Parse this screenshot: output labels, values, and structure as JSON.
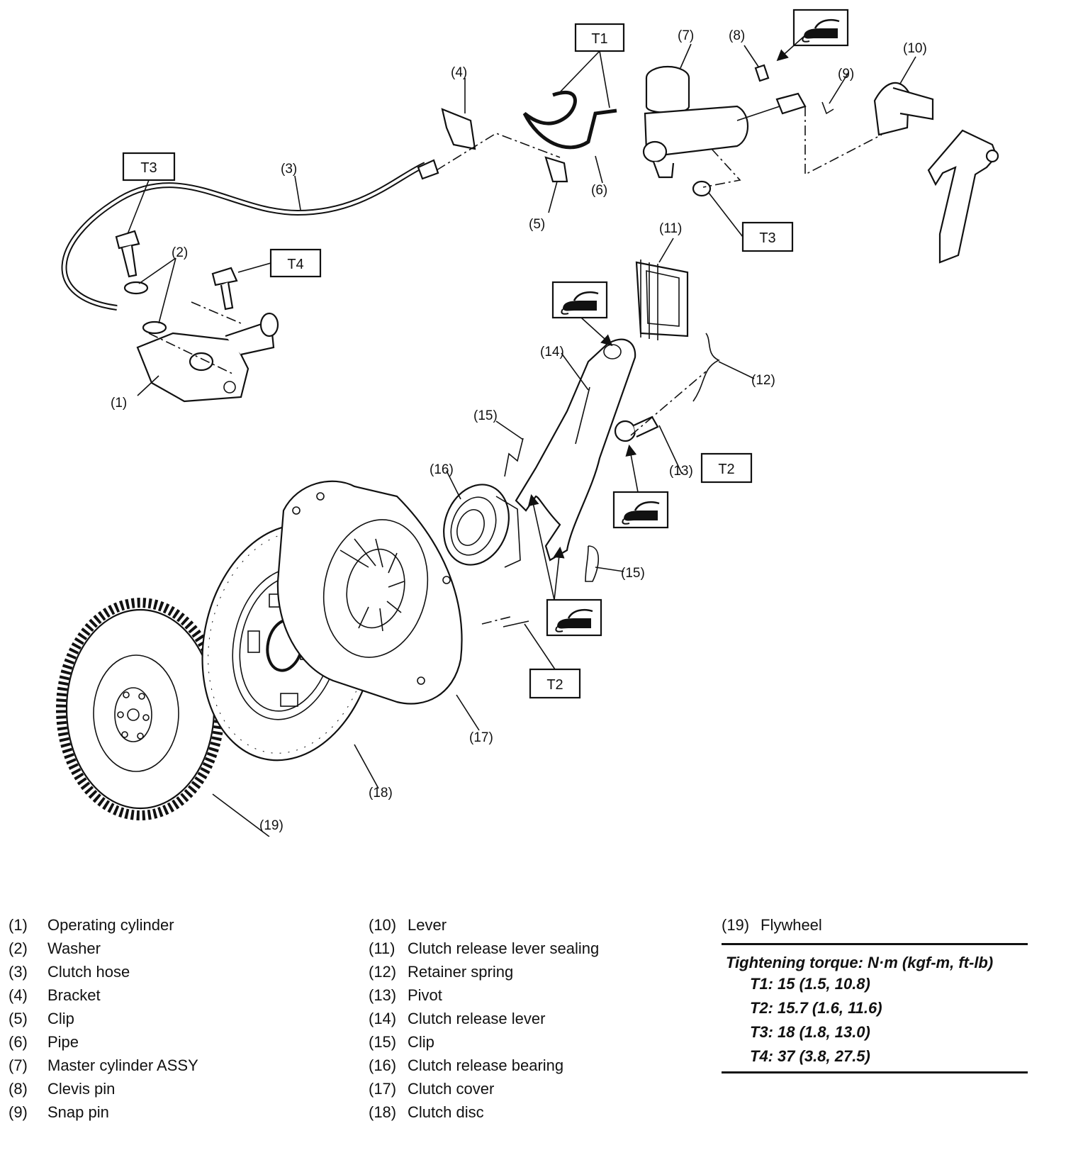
{
  "diagram": {
    "callouts": [
      "(1)",
      "(2)",
      "(3)",
      "(4)",
      "(5)",
      "(6)",
      "(7)",
      "(8)",
      "(9)",
      "(10)",
      "(11)",
      "(12)",
      "(13)",
      "(14)",
      "(15)",
      "(15)",
      "(16)",
      "(17)",
      "(18)",
      "(19)"
    ],
    "torque_tags": [
      "T1",
      "T3",
      "T4",
      "T3",
      "T2",
      "T2"
    ]
  },
  "legend": {
    "col1": [
      {
        "num": "(1)",
        "name": "Operating cylinder"
      },
      {
        "num": "(2)",
        "name": "Washer"
      },
      {
        "num": "(3)",
        "name": "Clutch hose"
      },
      {
        "num": "(4)",
        "name": "Bracket"
      },
      {
        "num": "(5)",
        "name": "Clip"
      },
      {
        "num": "(6)",
        "name": "Pipe"
      },
      {
        "num": "(7)",
        "name": "Master cylinder ASSY"
      },
      {
        "num": "(8)",
        "name": "Clevis pin"
      },
      {
        "num": "(9)",
        "name": "Snap pin"
      }
    ],
    "col2": [
      {
        "num": "(10)",
        "name": "Lever"
      },
      {
        "num": "(11)",
        "name": "Clutch release lever sealing"
      },
      {
        "num": "(12)",
        "name": "Retainer spring"
      },
      {
        "num": "(13)",
        "name": "Pivot"
      },
      {
        "num": "(14)",
        "name": "Clutch release lever"
      },
      {
        "num": "(15)",
        "name": "Clip"
      },
      {
        "num": "(16)",
        "name": "Clutch release bearing"
      },
      {
        "num": "(17)",
        "name": "Clutch cover"
      },
      {
        "num": "(18)",
        "name": "Clutch disc"
      }
    ],
    "col3": [
      {
        "num": "(19)",
        "name": "Flywheel"
      }
    ]
  },
  "torque": {
    "title": "Tightening torque: N·m (kgf-m, ft-lb)",
    "rows": [
      {
        "tag": "T1:",
        "value": "15 (1.5, 10.8)"
      },
      {
        "tag": "T2:",
        "value": "15.7 (1.6, 11.6)"
      },
      {
        "tag": "T3:",
        "value": "18 (1.8, 13.0)"
      },
      {
        "tag": "T4:",
        "value": "37 (3.8, 27.5)"
      }
    ]
  }
}
